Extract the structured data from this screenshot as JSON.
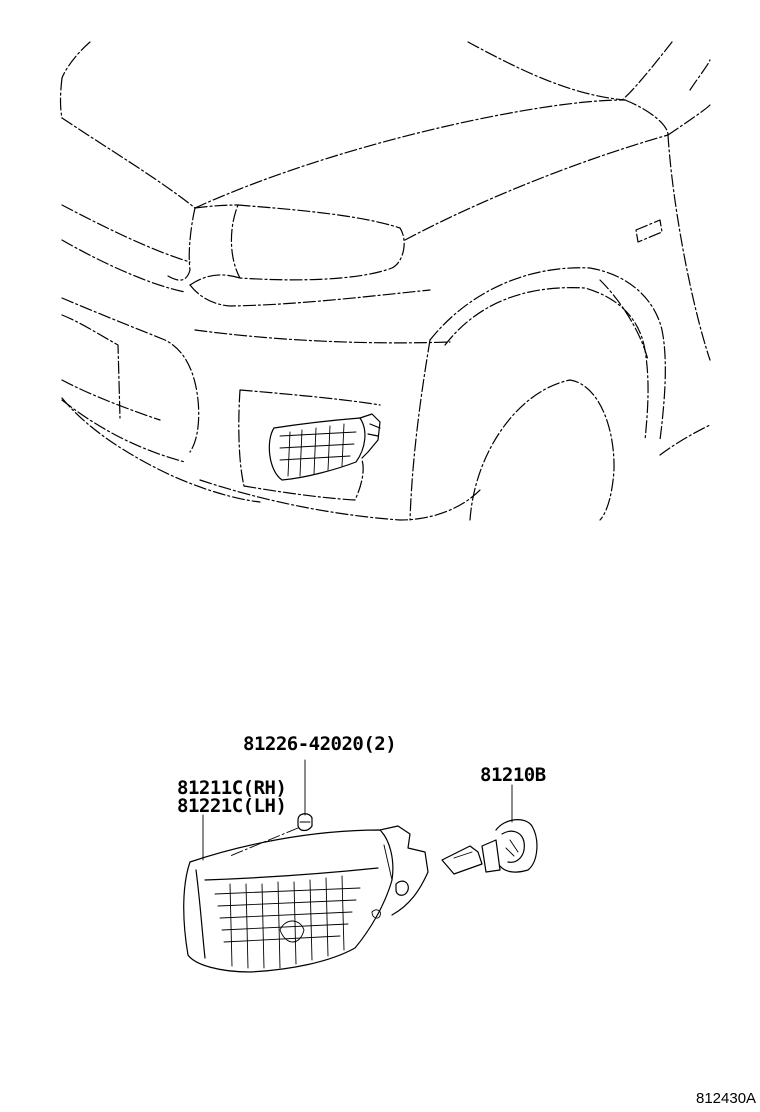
{
  "labels": {
    "retainer": "81226-42020(2)",
    "lamp_rh": "81211C(RH)",
    "lamp_lh": "81221C(LH)",
    "bulb": "81210B"
  },
  "figure_code": "812430A"
}
